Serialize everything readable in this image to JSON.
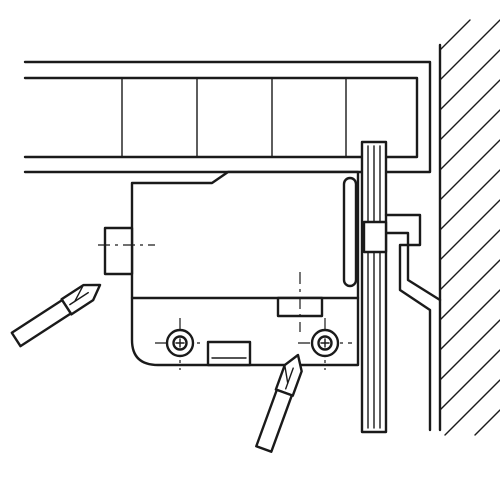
{
  "diagram": {
    "colors": {
      "stroke": "#1a1a1a",
      "background": "#ffffff"
    },
    "components": [
      "drawer-front-panel",
      "cabinet-side-wall",
      "push-latch-body",
      "mounting-plate",
      "mounting-screw",
      "screwdriver"
    ]
  }
}
